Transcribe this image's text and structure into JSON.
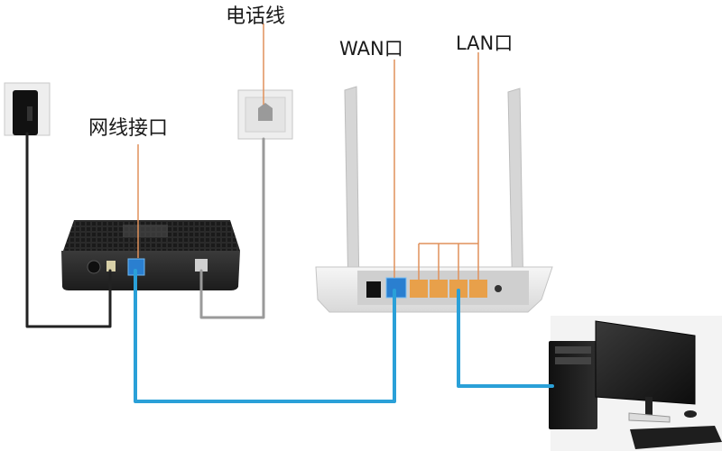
{
  "labels": {
    "phone_line": "电话线",
    "wan_port": "WAN口",
    "lan_port": "LAN口",
    "network_port": "网线接口"
  },
  "colors": {
    "callout_line": "#e0915a",
    "ethernet_cable": "#2aa0d8",
    "power_cable": "#222222",
    "phone_cable": "#9a9a9a",
    "lan_port_orange": "#e8a04a",
    "wan_port_blue": "#2a7fd0"
  },
  "icons": {
    "power_adapter": "power-adapter-icon",
    "phone_jack": "phone-wall-jack-icon",
    "modem": "modem-icon",
    "router": "wireless-router-icon",
    "computer": "desktop-computer-icon"
  }
}
